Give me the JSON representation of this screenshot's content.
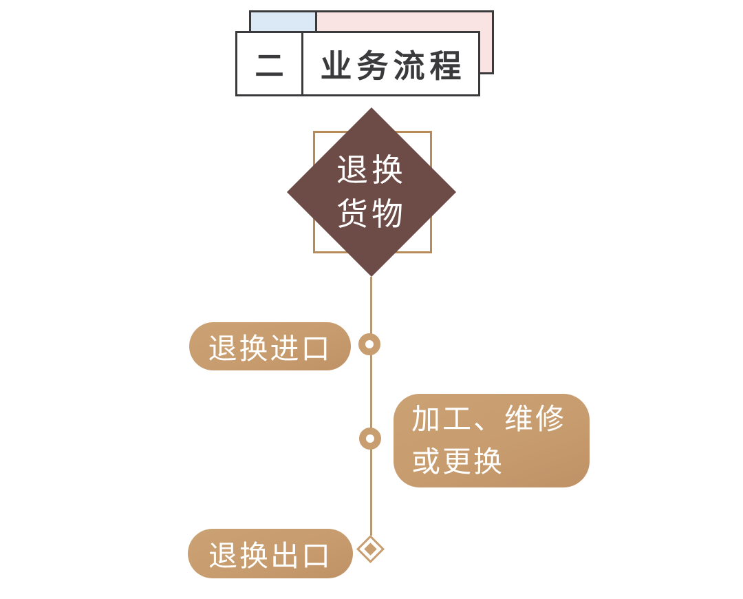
{
  "header": {
    "section_number": "二",
    "title": "业务流程"
  },
  "diagram": {
    "root_node": {
      "line1": "退换",
      "line2": "货物"
    },
    "steps": [
      {
        "label": "退换进口"
      },
      {
        "label_line1": "加工、维修",
        "label_line2": "或更换"
      },
      {
        "label": "退换出口"
      }
    ]
  },
  "colors": {
    "outline_dark": "#3a3a3c",
    "header_blue": "#dbe8f6",
    "header_pink": "#f9e3e3",
    "diamond_brown": "#6d4c47",
    "gold_outline": "#b68b57",
    "gold_line": "#b49a74",
    "gold_node": "#c89e70",
    "pill_gold": "#c79c6e",
    "text_white": "#ffffff"
  }
}
